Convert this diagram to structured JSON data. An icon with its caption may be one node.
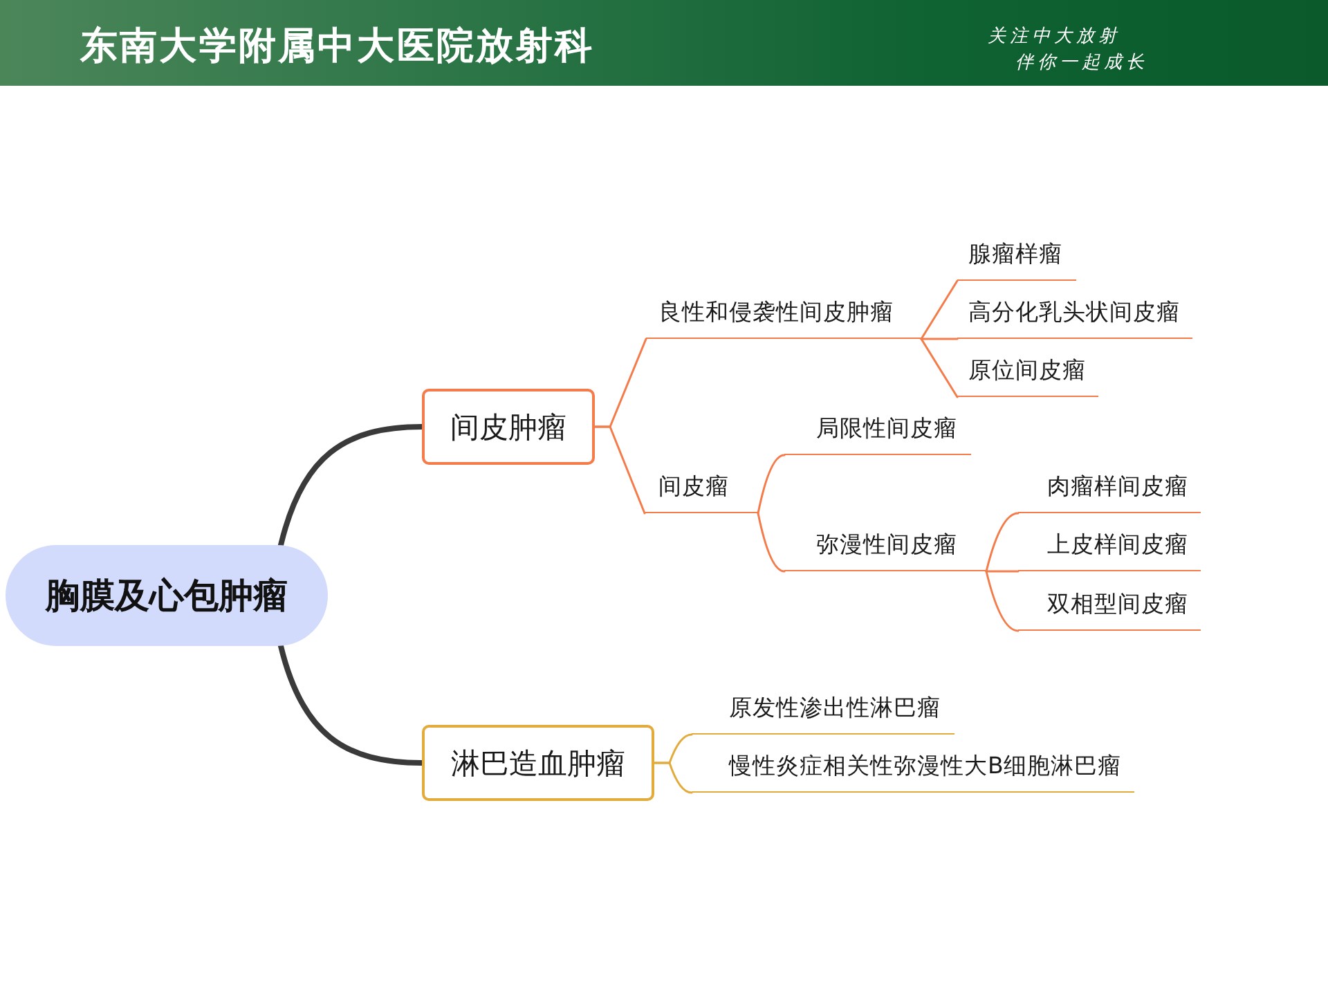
{
  "diagram": {
    "title": "东南大学附属中大医院放射科",
    "nodes": [
      {
        "text": [
          "胸膜及心包肿瘤"
        ]
      },
      {
        "text": [
          "间皮肿瘤"
        ]
      },
      {
        "text": [
          "良性和侵袭性间皮肿瘤"
        ]
      },
      {
        "text": [
          "腺瘤样瘤"
        ]
      },
      {
        "text": [
          "高分化乳头状间皮瘤"
        ]
      },
      {
        "text": [
          "原位间皮瘤"
        ]
      },
      {
        "text": [
          "间皮瘤"
        ]
      },
      {
        "text": [
          "局限性间皮瘤"
        ]
      },
      {
        "text": [
          "弥漫性间皮瘤"
        ]
      },
      {
        "text": [
          "肉瘤样间皮瘤"
        ]
      },
      {
        "text": [
          "上皮样间皮瘤"
        ]
      },
      {
        "text": [
          "双相型间皮瘤"
        ]
      },
      {
        "text": [
          "淋巴造血肿瘤"
        ]
      },
      {
        "text": [
          "原发性渗出性淋巴瘤"
        ]
      },
      {
        "text": [
          "慢性炎症相关性弥漫性大B细胞淋巴瘤"
        ]
      }
    ],
    "edges": [
      {
        "from": 0,
        "to": 1,
        "arrow": "none",
        "style": "thick",
        "color": "#3a3a3a"
      },
      {
        "from": 0,
        "to": 12,
        "arrow": "none",
        "style": "thick",
        "color": "#3a3a3a"
      },
      {
        "from": 1,
        "to": 2,
        "arrow": "none"
      },
      {
        "from": 1,
        "to": 6,
        "arrow": "none"
      },
      {
        "from": 2,
        "to": 3,
        "arrow": "none"
      },
      {
        "from": 2,
        "to": 4,
        "arrow": "none"
      },
      {
        "from": 2,
        "to": 5,
        "arrow": "none"
      },
      {
        "from": 6,
        "to": 7,
        "arrow": "none"
      },
      {
        "from": 6,
        "to": 8,
        "arrow": "none"
      },
      {
        "from": 8,
        "to": 9,
        "arrow": "none"
      },
      {
        "from": 8,
        "to": 10,
        "arrow": "none"
      },
      {
        "from": 8,
        "to": 11,
        "arrow": "none"
      },
      {
        "from": 12,
        "to": 13,
        "arrow": "none",
        "color": "#e3aa3c"
      },
      {
        "from": 12,
        "to": 14,
        "arrow": "none",
        "color": "#e3aa3c"
      }
    ],
    "labels": [
      "关注中大放射",
      "伴你一起成长"
    ]
  }
}
